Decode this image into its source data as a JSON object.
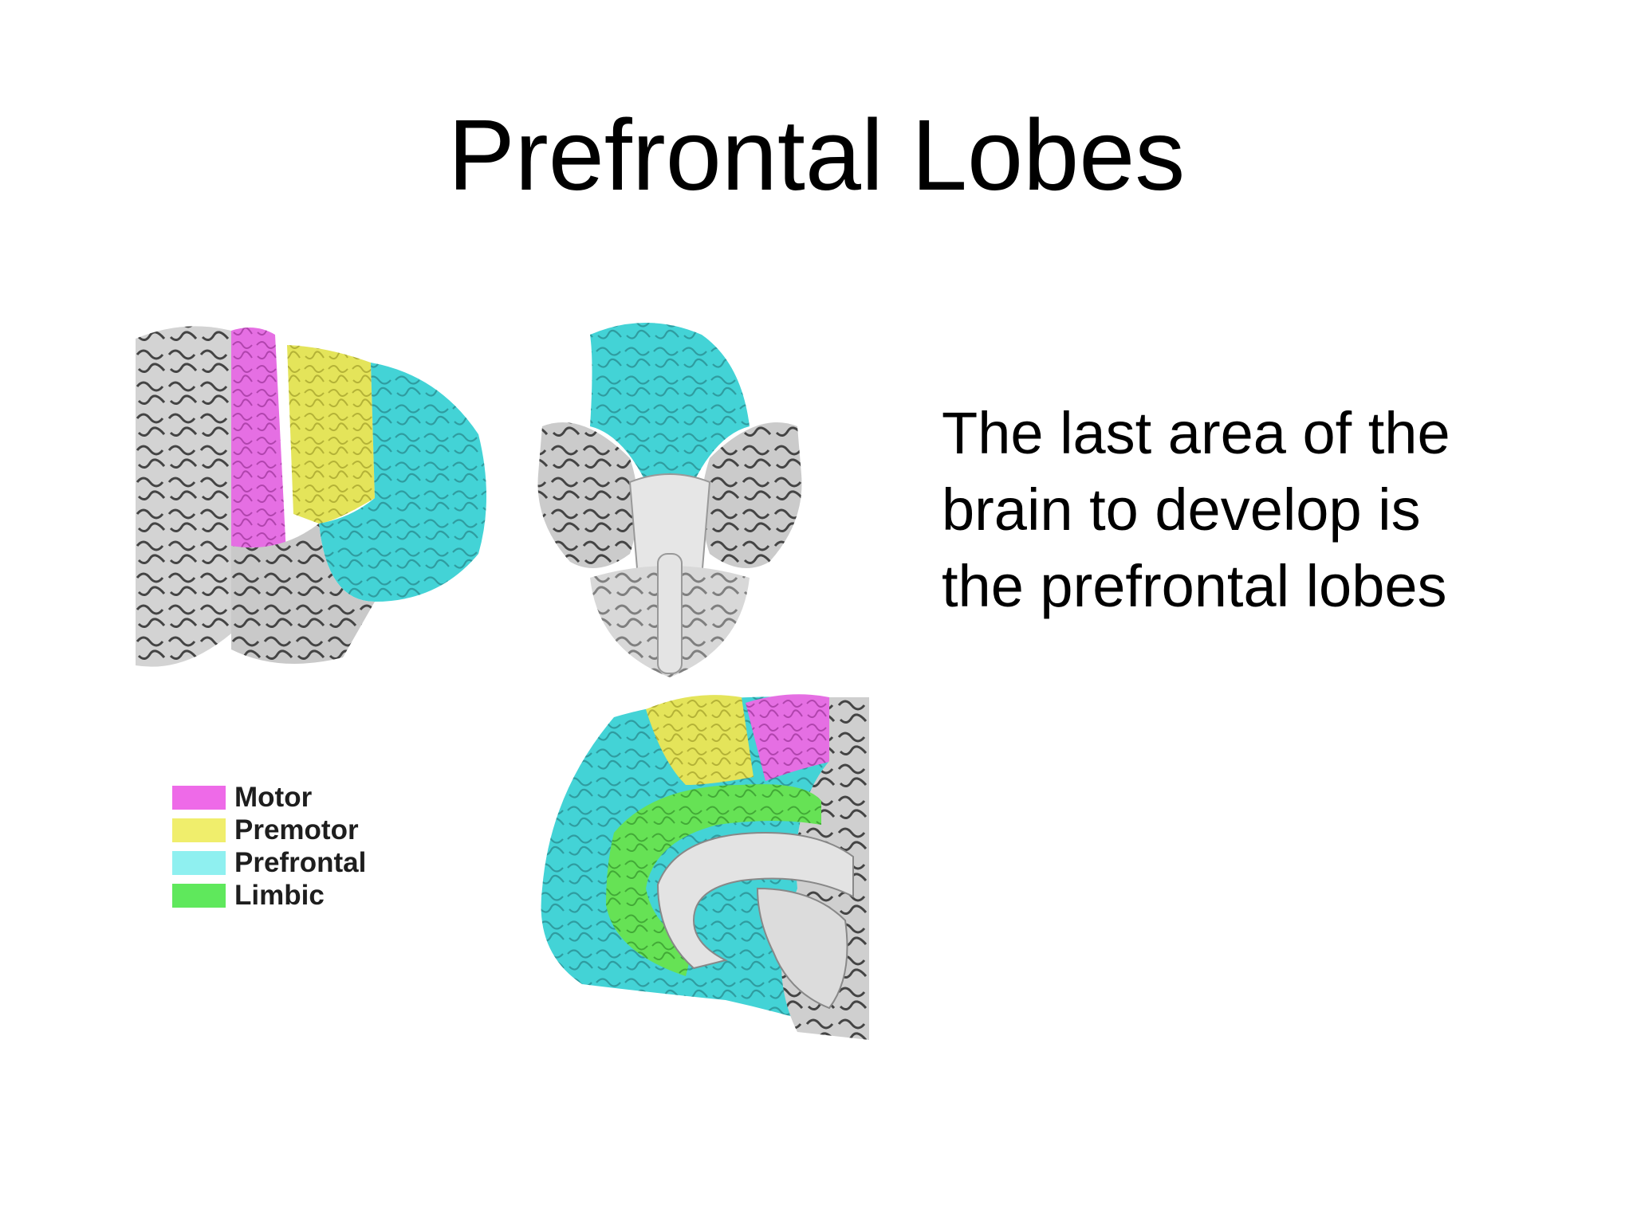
{
  "slide": {
    "title": "Prefrontal Lobes",
    "body_lines": [
      "The last area of the",
      "brain to develop is",
      "the prefrontal lobes"
    ]
  },
  "legend": [
    {
      "label": "Motor",
      "color": "#ee6ae8"
    },
    {
      "label": "Premotor",
      "color": "#f0ee6c"
    },
    {
      "label": "Prefrontal",
      "color": "#8ff0f0"
    },
    {
      "label": "Limbic",
      "color": "#5fe85c"
    }
  ],
  "colors": {
    "motor": "#e56fe3",
    "premotor": "#e4e45a",
    "prefrontal": "#43d3d6",
    "limbic": "#66e255",
    "brain_gray": "#cfcfcf",
    "fold_dark": "#3a3a3a"
  }
}
